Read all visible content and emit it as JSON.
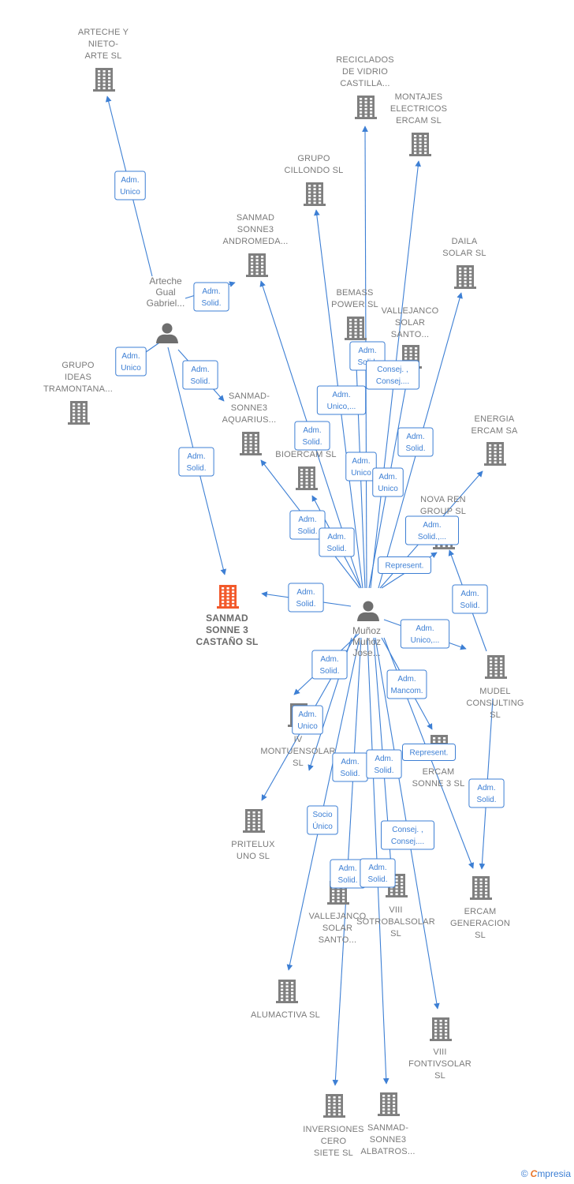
{
  "colors": {
    "edge": "#3d7fd4",
    "company": "#7f7f7f",
    "focus": "#f2592b",
    "person": "#6e6e6e"
  },
  "persons": [
    {
      "id": "p1",
      "lines": [
        "Arteche",
        "Gual",
        "Gabriel..."
      ]
    },
    {
      "id": "p2",
      "lines": [
        "Muñoz",
        "Muñoz",
        "Jose..."
      ]
    }
  ],
  "companies": [
    {
      "id": "c_arteche",
      "lines": [
        "ARTECHE Y",
        "NIETO-",
        "ARTE  SL"
      ]
    },
    {
      "id": "c_reciclados",
      "lines": [
        "RECICLADOS",
        "DE VIDRIO",
        "CASTILLA..."
      ]
    },
    {
      "id": "c_montajes",
      "lines": [
        "MONTAJES",
        "ELECTRICOS",
        "ERCAM SL"
      ]
    },
    {
      "id": "c_cillondo",
      "lines": [
        "GRUPO",
        "CILLONDO  SL"
      ]
    },
    {
      "id": "c_andromeda",
      "lines": [
        "SANMAD",
        "SONNE3",
        "ANDROMEDA..."
      ]
    },
    {
      "id": "c_daila",
      "lines": [
        "DAILA",
        "SOLAR SL"
      ]
    },
    {
      "id": "c_bemass",
      "lines": [
        "BEMASS",
        "POWER  SL"
      ]
    },
    {
      "id": "c_vallejanco1",
      "lines": [
        "VALLEJANCO",
        "SOLAR",
        "SANTO..."
      ]
    },
    {
      "id": "c_tramontana",
      "lines": [
        "GRUPO",
        "IDEAS",
        "TRAMONTANA..."
      ]
    },
    {
      "id": "c_aquarius",
      "lines": [
        "SANMAD-",
        "SONNE3",
        "AQUARIUS..."
      ]
    },
    {
      "id": "c_bioercam",
      "lines": [
        "BIOERCAM SL"
      ]
    },
    {
      "id": "c_energia",
      "lines": [
        "ENERGIA",
        "ERCAM SA"
      ]
    },
    {
      "id": "c_novaren",
      "lines": [
        "NOVA REN",
        "GROUP  SL"
      ]
    },
    {
      "id": "c_focus",
      "lines": [
        "SANMAD",
        "SONNE 3",
        "CASTAÑO  SL"
      ],
      "focus": true
    },
    {
      "id": "c_mudel",
      "lines": [
        "MUDEL",
        "CONSULTING",
        "SL"
      ]
    },
    {
      "id": "c_montuensolar",
      "lines": [
        "IV",
        "MONTUENSOLAR",
        "SL"
      ]
    },
    {
      "id": "c_ercamsonne",
      "lines": [
        "ERCAM",
        "SONNE 3  SL"
      ]
    },
    {
      "id": "c_pritelux",
      "lines": [
        "PRITELUX",
        "UNO SL"
      ]
    },
    {
      "id": "c_vallejanco2",
      "lines": [
        "VALLEJANCO",
        "SOLAR",
        "SANTO..."
      ]
    },
    {
      "id": "c_sotrobal",
      "lines": [
        "VIII",
        "SOTROBALSOLAR",
        "SL"
      ]
    },
    {
      "id": "c_ercamgen",
      "lines": [
        "ERCAM",
        "GENERACION",
        "SL"
      ]
    },
    {
      "id": "c_alumactiva",
      "lines": [
        "ALUMACTIVA SL"
      ]
    },
    {
      "id": "c_fontiv",
      "lines": [
        "VIII",
        "FONTIVSOLAR",
        "SL"
      ]
    },
    {
      "id": "c_inversiones",
      "lines": [
        "INVERSIONES",
        "CERO",
        "SIETE  SL"
      ]
    },
    {
      "id": "c_albatros",
      "lines": [
        "SANMAD-",
        "SONNE3",
        "ALBATROS..."
      ]
    }
  ],
  "edges": [
    {
      "from": "p1",
      "to": "c_arteche",
      "label": [
        "Adm.",
        "Unico"
      ]
    },
    {
      "from": "p1",
      "to": "c_andromeda",
      "label": [
        "Adm.",
        "Solid."
      ]
    },
    {
      "from": "p1",
      "to": "c_tramontana",
      "label": [
        "Adm.",
        "Unico"
      ]
    },
    {
      "from": "p1",
      "to": "c_aquarius",
      "label": [
        "Adm.",
        "Solid."
      ]
    },
    {
      "from": "p1",
      "to": "c_focus",
      "label": [
        "Adm.",
        "Solid."
      ]
    },
    {
      "from": "p2",
      "to": "c_reciclados",
      "label": [
        "Adm.",
        "Unico"
      ]
    },
    {
      "from": "p2",
      "to": "c_montajes",
      "label": [
        "Adm.",
        "Unico"
      ]
    },
    {
      "from": "p2",
      "to": "c_cillondo",
      "label": [
        "Adm.",
        "Unico,..."
      ]
    },
    {
      "from": "p2",
      "to": "c_andromeda",
      "label": [
        "Adm.",
        "Solid."
      ]
    },
    {
      "from": "p2",
      "to": "c_daila",
      "label": [
        "Adm.",
        "Solid."
      ]
    },
    {
      "from": "p2",
      "to": "c_bemass",
      "label": [
        "Adm.",
        "Solid."
      ]
    },
    {
      "from": "p2",
      "to": "c_vallejanco1",
      "label": [
        "Consej. ,",
        "Consej...."
      ]
    },
    {
      "from": "p2",
      "to": "c_aquarius",
      "label": [
        "Adm.",
        "Solid."
      ]
    },
    {
      "from": "p2",
      "to": "c_bioercam",
      "label": [
        "Adm.",
        "Solid."
      ]
    },
    {
      "from": "p2",
      "to": "c_energia",
      "label": [
        "Adm.",
        "Solid.,..."
      ]
    },
    {
      "from": "p2",
      "to": "c_novaren",
      "label": [
        "Represent."
      ]
    },
    {
      "from": "p2",
      "to": "c_focus",
      "label": [
        "Adm.",
        "Solid."
      ]
    },
    {
      "from": "p2",
      "to": "c_mudel",
      "label": [
        "Adm.",
        "Unico,..."
      ]
    },
    {
      "from": "p2",
      "to": "c_montuensolar",
      "label": [
        "Adm.",
        "Solid."
      ]
    },
    {
      "from": "p2",
      "to": "c_pritelux",
      "label": [
        "Adm.",
        "Unico"
      ]
    },
    {
      "from": "p2",
      "to": "c_ercamsonne",
      "label": [
        "Adm.",
        "Mancom."
      ]
    },
    {
      "from": "p2",
      "to": "c_ercamgen",
      "label": [
        "Represent."
      ]
    },
    {
      "from": "p2",
      "to": "c_vallejanco2",
      "label": [
        "Adm.",
        "Solid."
      ]
    },
    {
      "from": "p2",
      "to": "c_sotrobal",
      "label": [
        "Adm.",
        "Solid."
      ]
    },
    {
      "from": "p2",
      "to": "c_alumactiva",
      "label": [
        "Socio",
        "Único"
      ]
    },
    {
      "from": "p2",
      "to": "c_fontiv",
      "label": [
        "Consej. ,",
        "Consej...."
      ]
    },
    {
      "from": "p2",
      "to": "c_inversiones",
      "label": [
        "Adm.",
        "Solid."
      ]
    },
    {
      "from": "p2",
      "to": "c_albatros",
      "label": [
        "Adm.",
        "Solid."
      ]
    },
    {
      "from": "c_mudel",
      "to": "c_novaren",
      "label": [
        "Adm.",
        "Solid."
      ]
    },
    {
      "from": "c_mudel",
      "to": "c_ercamgen",
      "label": [
        "Adm.",
        "Solid."
      ]
    }
  ],
  "footer": {
    "copyright": "©",
    "brand_initial": "C",
    "brand_rest": "mpresia"
  }
}
